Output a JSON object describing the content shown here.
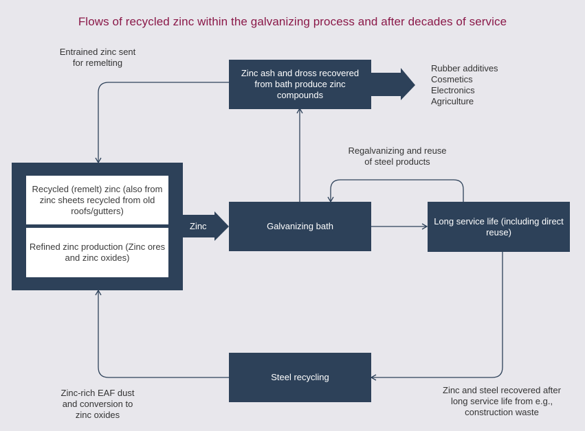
{
  "title": "Flows of recycled zinc within the galvanizing process and after decades of service",
  "nodes": {
    "ash_dross": "Zinc ash and dross recovered from bath produce zinc compounds",
    "recycled_zinc": "Recycled (remelt) zinc (also from zinc sheets recycled from old roofs/gutters)",
    "refined_zinc": "Refined zinc production (Zinc ores and zinc oxides)",
    "galvanizing_bath": "Galvanizing bath",
    "long_service": "Long service life (including direct reuse)",
    "steel_recycling": "Steel recycling"
  },
  "arrow_labels": {
    "zinc": "Zinc"
  },
  "annotations": {
    "entrained": "Entrained zinc sent for remelting",
    "regalvanizing": "Regalvanizing and reuse of steel products",
    "eaf_dust": "Zinc-rich EAF dust and conversion to zinc oxides",
    "recovered": "Zinc and steel recovered after long service life from e.g., construction waste"
  },
  "compound_uses": [
    "Rubber additives",
    "Cosmetics",
    "Electronics",
    "Agriculture"
  ],
  "colors": {
    "box": "#2d4159",
    "title": "#8a1848",
    "background": "#e8e7ec",
    "line": "#2d4159"
  }
}
